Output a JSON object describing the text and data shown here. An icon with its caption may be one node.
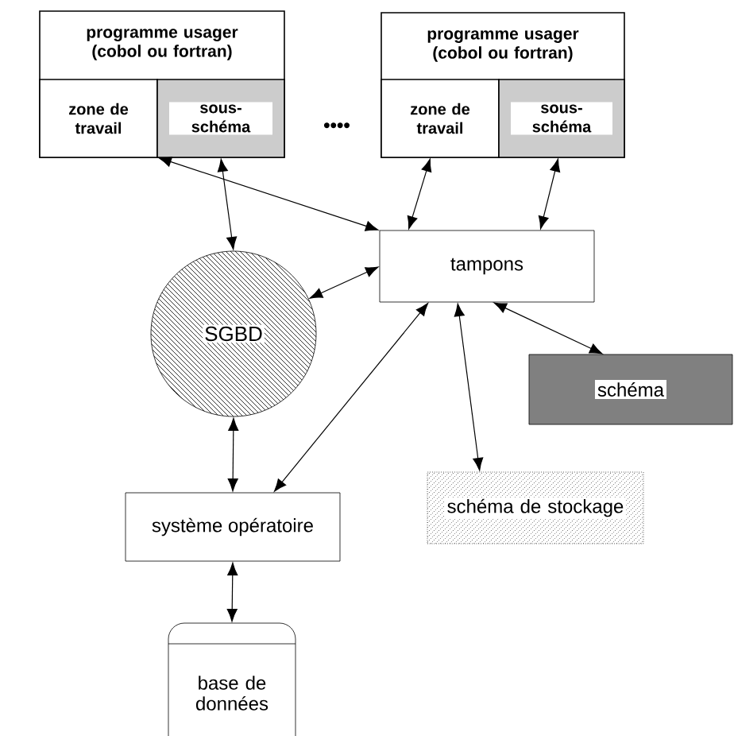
{
  "diagram": {
    "nodes": [
      {
        "text": [
          "programme usager (cobol ou fortran)"
        ]
      },
      {
        "text": [
          "zone de travail"
        ],
        "in": 0
      },
      {
        "text": [
          "sous-schéma"
        ],
        "in": 0
      },
      {
        "text": [
          "programme usager (cobol ou fortran)"
        ]
      },
      {
        "text": [
          "zone de travail"
        ],
        "in": 3
      },
      {
        "text": [
          "sous-schéma"
        ],
        "in": 3
      },
      {
        "text": [
          "tampons"
        ]
      },
      {
        "text": [
          "SGBD"
        ]
      },
      {
        "text": [
          "schéma"
        ]
      },
      {
        "text": [
          "système opératoire"
        ]
      },
      {
        "text": [
          "schéma de stockage"
        ]
      },
      {
        "text": [
          "base de données"
        ]
      }
    ],
    "edges": [
      {
        "from": 1,
        "to": 6,
        "arrow": "both"
      },
      {
        "from": 2,
        "to": 7,
        "arrow": "both"
      },
      {
        "from": 4,
        "to": 6,
        "arrow": "both"
      },
      {
        "from": 5,
        "to": 6,
        "arrow": "both"
      },
      {
        "from": 6,
        "to": 7,
        "arrow": "both"
      },
      {
        "from": 6,
        "to": 9,
        "arrow": "both"
      },
      {
        "from": 6,
        "to": 10,
        "arrow": "both"
      },
      {
        "from": 6,
        "to": 8,
        "arrow": "both"
      },
      {
        "from": 7,
        "to": 9,
        "arrow": "both"
      },
      {
        "from": 9,
        "to": 11,
        "arrow": "both"
      }
    ],
    "labels": [
      "••••"
    ]
  }
}
